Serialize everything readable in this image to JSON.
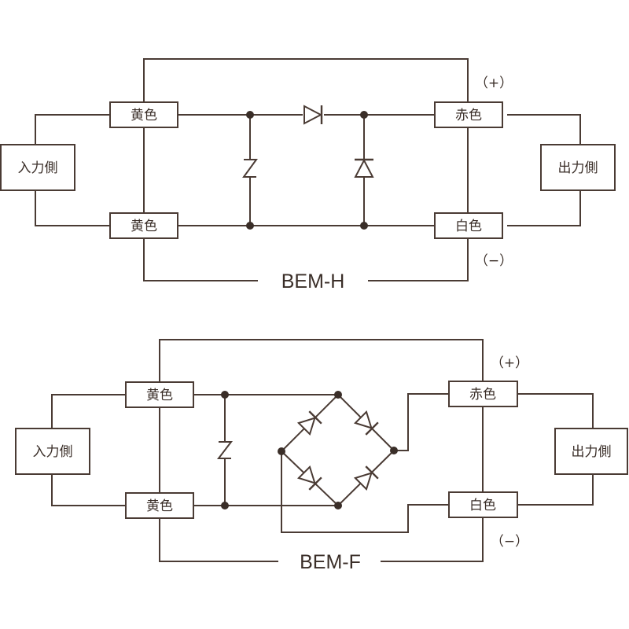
{
  "bem_h": {
    "title": "BEM-H",
    "input_side": "入力側",
    "output_side": "出力側",
    "in_top": "黄色",
    "in_bottom": "黄色",
    "out_top": "赤色",
    "out_bottom": "白色",
    "plus": "（+）",
    "minus": "（−）"
  },
  "bem_f": {
    "title": "BEM-F",
    "input_side": "入力側",
    "output_side": "出力側",
    "in_top": "黄色",
    "in_bottom": "黄色",
    "out_top": "赤色",
    "out_bottom": "白色",
    "plus": "（+）",
    "minus": "（−）"
  },
  "colors": {
    "line": "#4a3b34",
    "text": "#3a2e28",
    "background": "#ffffff"
  }
}
